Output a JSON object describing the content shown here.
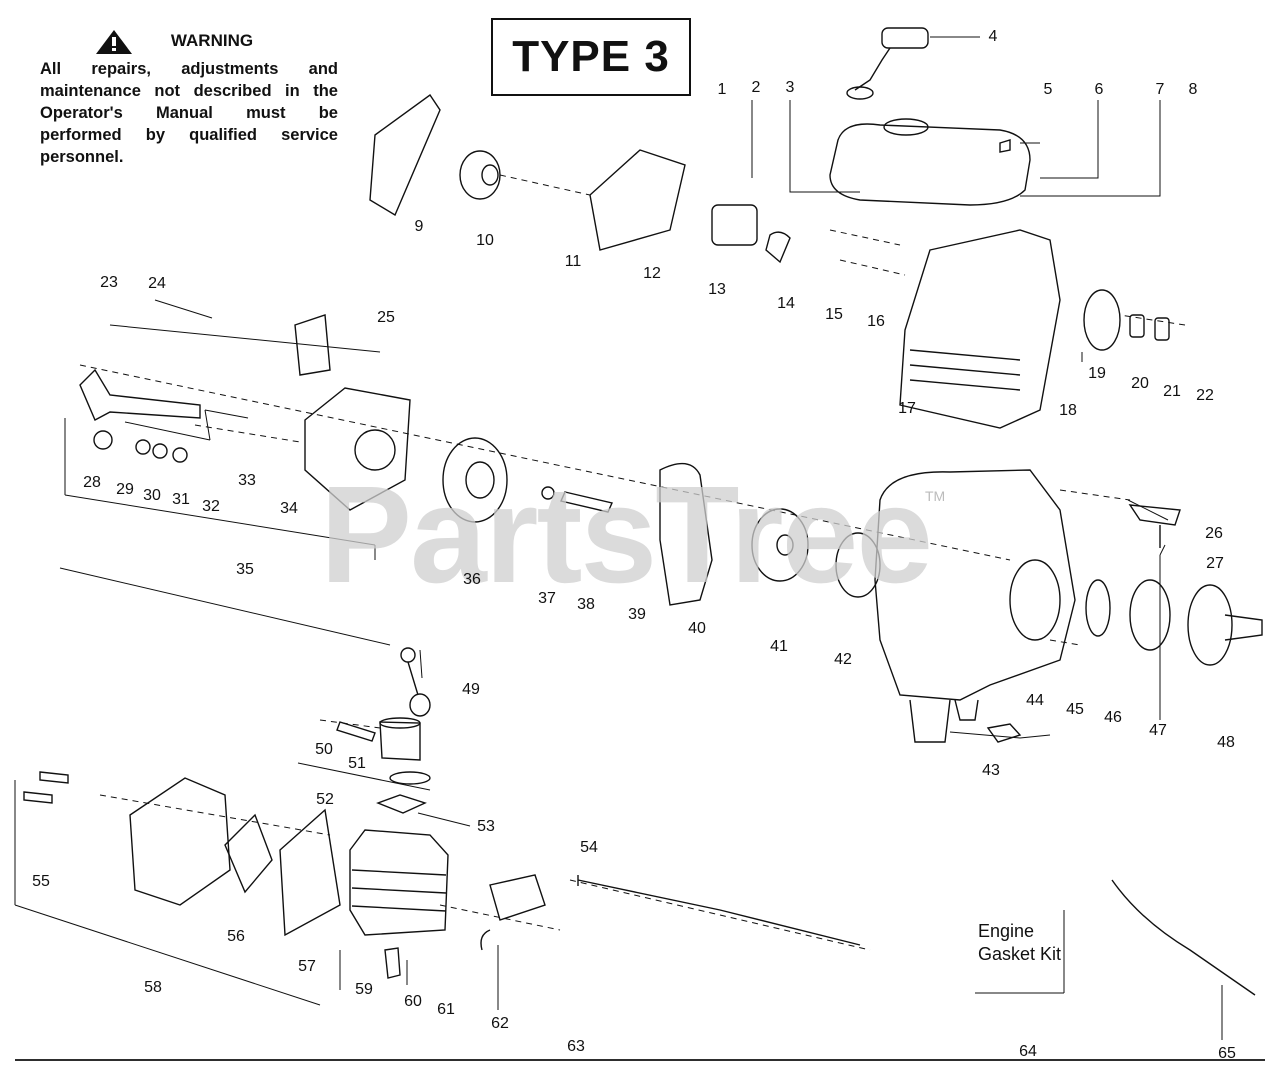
{
  "warning": {
    "icon": "warning-triangle-icon",
    "title": "WARNING",
    "text": "All repairs, adjustments and maintenance not described in the Operator's Manual must be performed by qualified service personnel."
  },
  "type_label": "TYPE 3",
  "watermark": "PartsTree",
  "watermark_tm": "TM",
  "kit_label": "Engine Gasket Kit",
  "part_numbers": [
    "1",
    "2",
    "3",
    "4",
    "5",
    "6",
    "7",
    "8",
    "9",
    "10",
    "11",
    "12",
    "13",
    "14",
    "15",
    "16",
    "17",
    "18",
    "19",
    "20",
    "21",
    "22",
    "23",
    "24",
    "25",
    "26",
    "27",
    "28",
    "29",
    "30",
    "31",
    "32",
    "33",
    "34",
    "35",
    "36",
    "37",
    "38",
    "39",
    "40",
    "41",
    "42",
    "43",
    "44",
    "45",
    "46",
    "47",
    "48",
    "49",
    "50",
    "51",
    "52",
    "53",
    "54",
    "55",
    "56",
    "57",
    "58",
    "59",
    "60",
    "61",
    "62",
    "63",
    "64",
    "65"
  ]
}
